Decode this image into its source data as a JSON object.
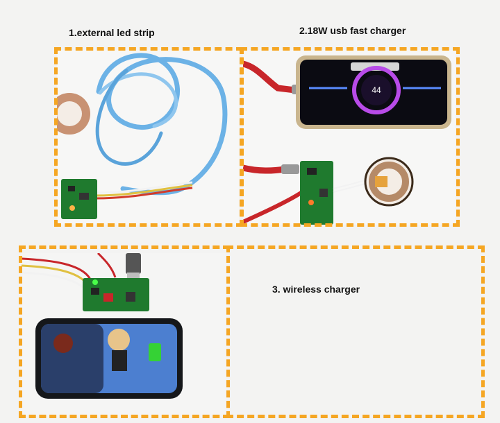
{
  "captions": {
    "panel1": "1.external led strip",
    "panel2": "2.18W usb fast charger",
    "panel3": "3. wireless charger"
  },
  "phone_top": {
    "battery_percent": "44"
  },
  "colors": {
    "frame_dash": "#f5a623",
    "pcb_green": "#1f7a2e",
    "led_strip_blue": "#6cb2e6",
    "cable_red": "#c8262a",
    "charging_ring": "#b84be8"
  }
}
